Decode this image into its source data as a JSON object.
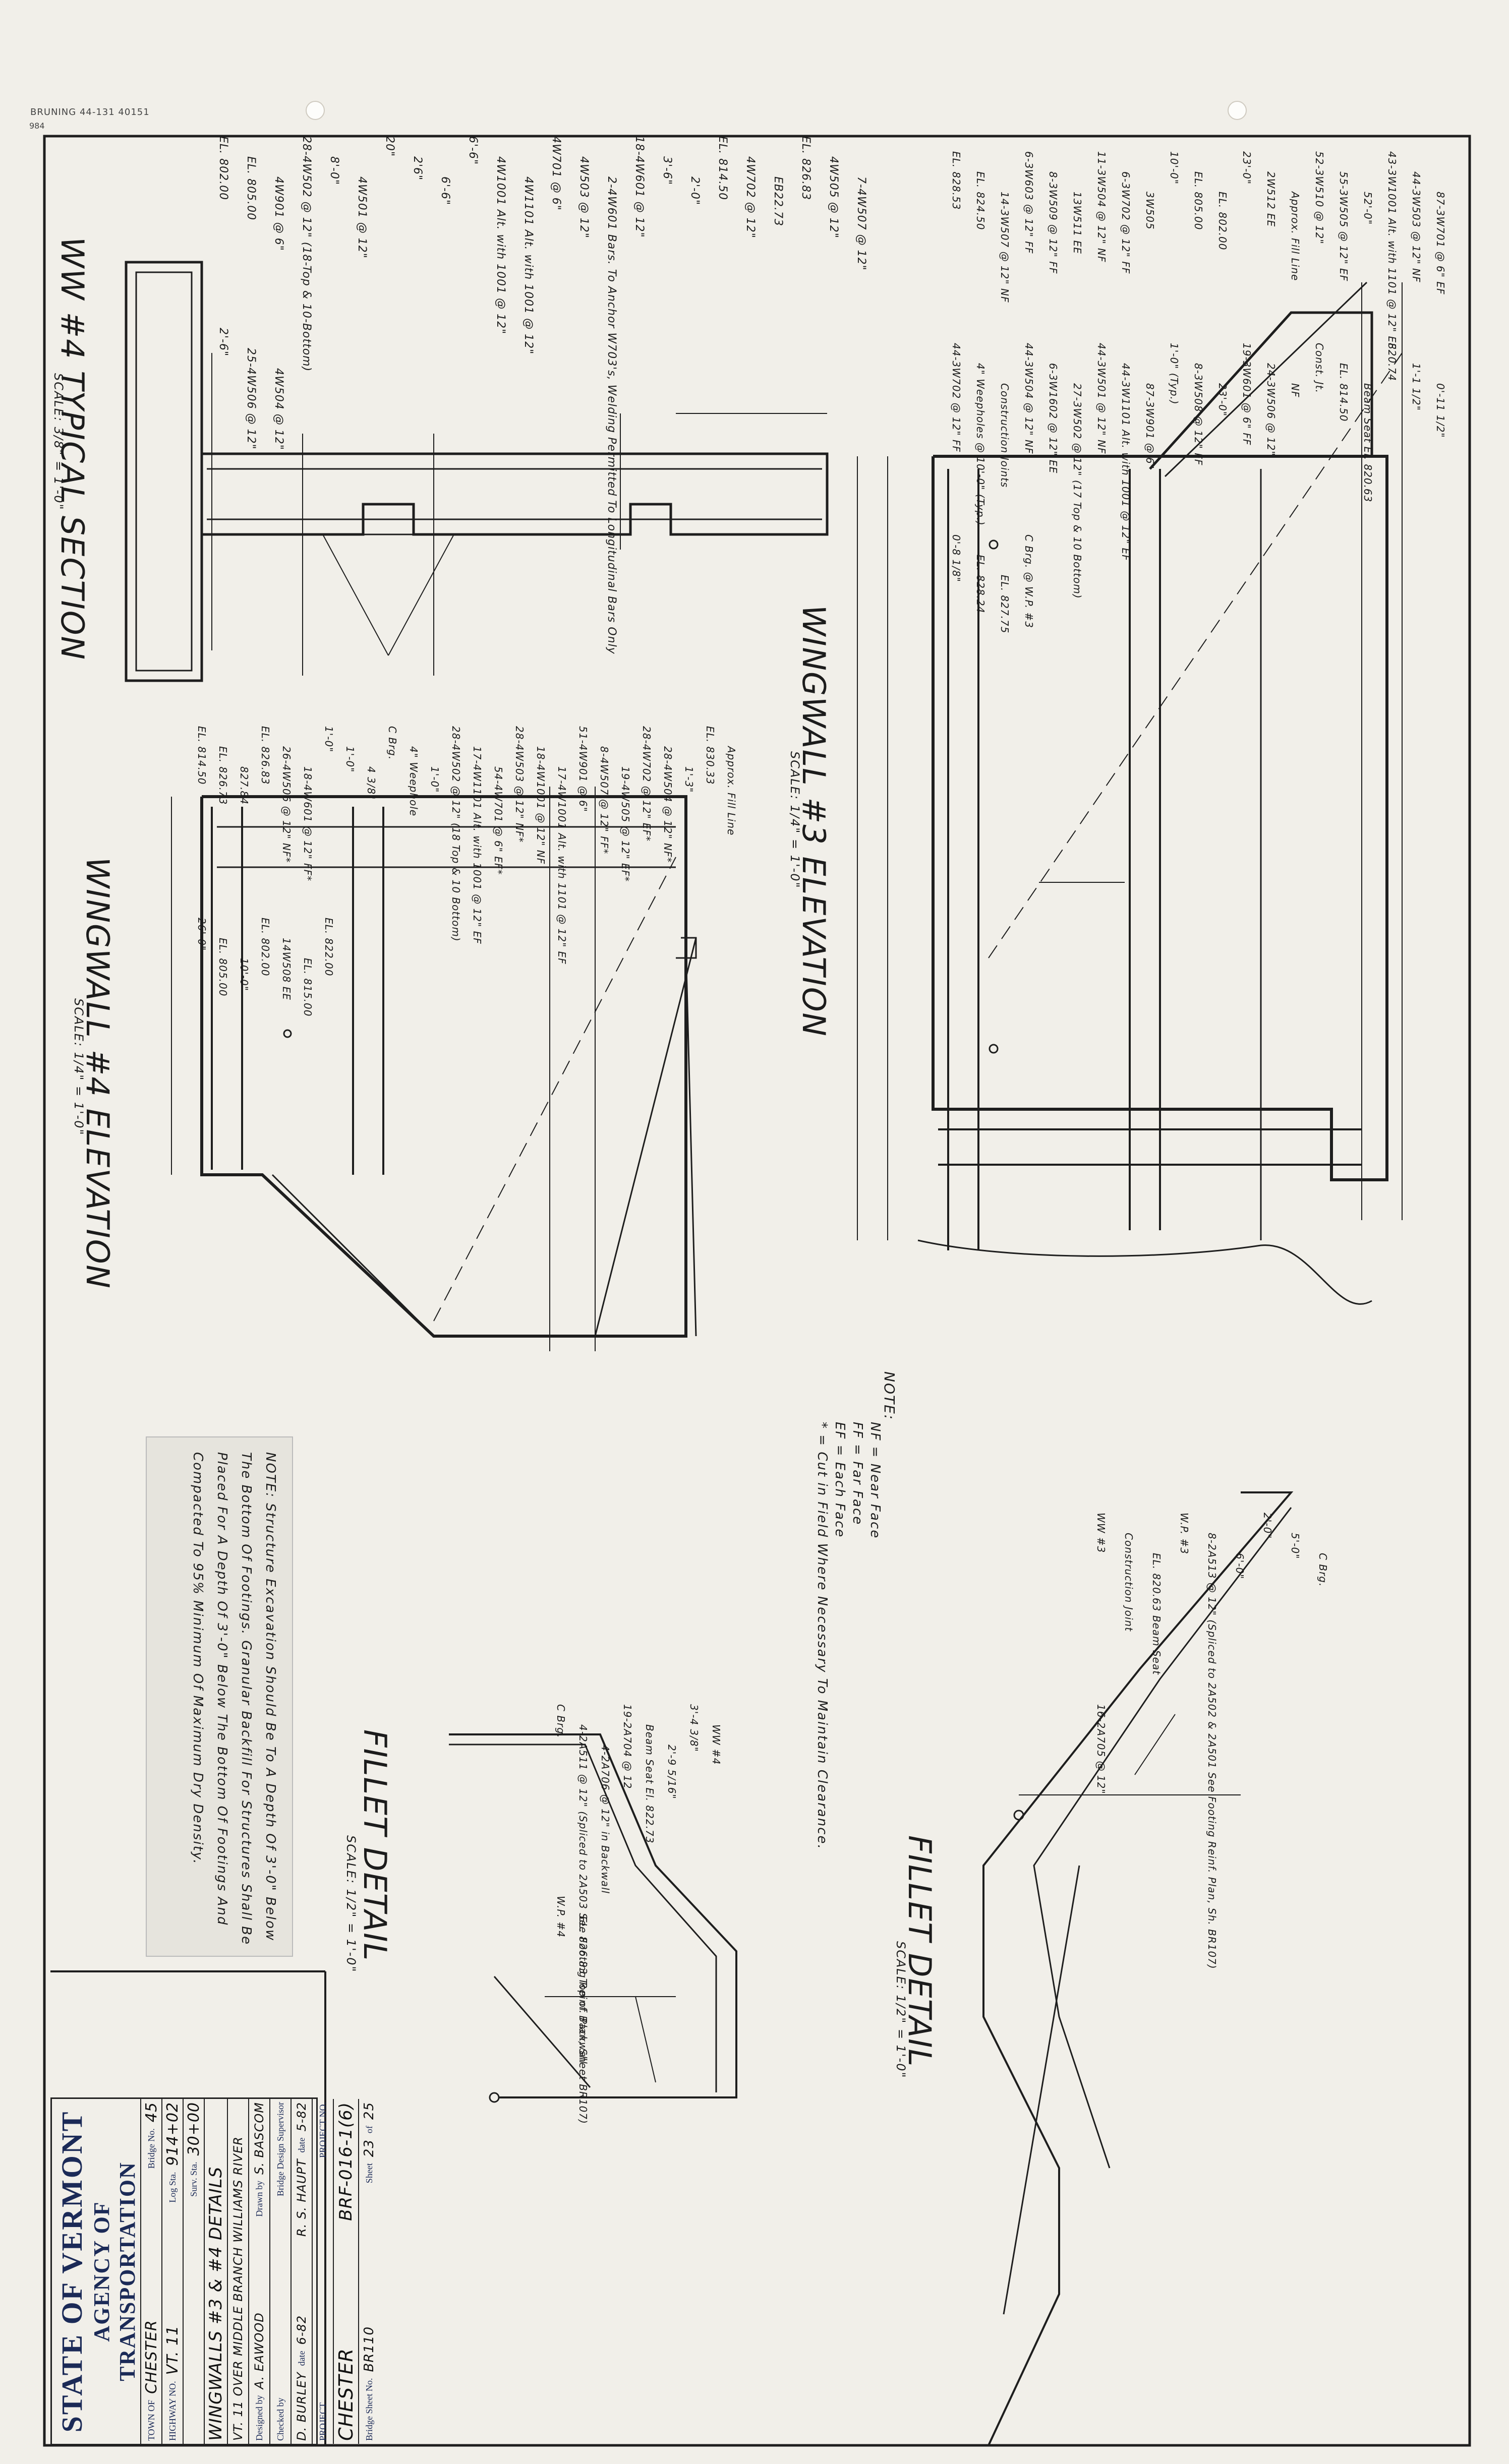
{
  "vendor_mark": "BRUNING 44-131 40151",
  "vendor_code": "984",
  "title_block": {
    "state": "STATE OF VERMONT",
    "agency": "AGENCY OF TRANSPORTATION",
    "town_label": "TOWN OF",
    "town": "CHESTER",
    "bridge_no_label": "Bridge No.",
    "bridge_no": "45",
    "highway_label": "HIGHWAY NO.",
    "highway": "VT. 11",
    "log_sta_label": "Log Sta.",
    "log_sta": "914+02",
    "surv_sta_label": "Surv. Sta.",
    "surv_sta": "30+00",
    "sheet_title": "WINGWALLS #3 & #4 DETAILS",
    "subtitle": "VT. 11 OVER MIDDLE BRANCH WILLIAMS RIVER",
    "designed_label": "Designed by",
    "designed": "A. EAWOOD",
    "drawn_label": "Drawn by",
    "drawn": "S. BASCOM",
    "checked_label": "Checked by",
    "checked": "D. BURLEY",
    "checked_date_label": "date",
    "checked_date": "6-82",
    "supervisor_label": "Bridge Design Supervisor",
    "supervisor": "R. S. HAUPT",
    "supervisor_date_label": "date",
    "supervisor_date": "5-82",
    "project_label": "PROJECT",
    "project": "CHESTER",
    "project_no_label": "PROJECT NO.",
    "project_no": "BRF-016-1(6)",
    "bridge_sheet_label": "Bridge Sheet No.",
    "bridge_sheet": "BR110",
    "sheet_label": "Sheet",
    "sheet_no": "23",
    "sheet_of": "of",
    "sheet_total": "25"
  },
  "drawings": {
    "ww4_section": {
      "title": "WW #4 TYPICAL SECTION",
      "scale": "SCALE: 3/8\" = 1'-0\"",
      "labels": [
        "EL. 802.00",
        "EL. 805.00",
        "4W901 @ 6\"",
        "28-4W502 @ 12\" (18-Top & 10-Bottom)",
        "8'-0\"",
        "4W501 @ 12\"",
        "20\"",
        "2'6\"",
        "6'-6\"",
        "6'-6\"",
        "4W1001 Alt. with 1001 @ 12\"",
        "4W1101 Alt. with 1001 @ 12\"",
        "4W701 @ 6\"",
        "4W503 @ 12\"",
        "2-4W601 Bars. To Anchor W703's, Welding Permitted To Longitudinal Bars Only",
        "18-4W601 @ 12\"",
        "3'-6\"",
        "2'-0\"",
        "EL. 814.50",
        "4W702 @ 12\"",
        "EB22.73",
        "EL. 826.83",
        "4W505 @ 12\"",
        "7-4W507 @ 12\"",
        "2'-6\"",
        "25-4W506 @ 12\"",
        "4W504 @ 12\""
      ]
    },
    "ww3_elev": {
      "title": "WINGWALL #3 ELEVATION",
      "scale": "SCALE: 1/4\" = 1'-0\"",
      "labels": [
        "EL. 828.53",
        "EL. 824.50",
        "14-3W507 @ 12\" NF",
        "6-3W603 @ 12\" FF",
        "8-3W509 @ 12\" FF",
        "13W511 EE",
        "11-3W504 @ 12\" NF",
        "6-3W702 @ 12\" FF",
        "3W505",
        "10'-0\"",
        "EL. 805.00",
        "EL. 802.00",
        "23'-0\"",
        "2W512 EE",
        "Approx. Fill Line",
        "52-3W510 @ 12\"",
        "55-3W505 @ 12\" EF",
        "52'-0\"",
        "43-3W1001 Alt. with 1101 @ 12\" EF",
        "44-3W503 @ 12\" NF",
        "87-3W701 @ 6\" EF",
        "44-3W702 @ 12\" FF",
        "4\" Weepholes @ 10'-0\" (Typ.)",
        "Construction Joints",
        "44-3W504 @ 12\" NF",
        "6-3W1602 @ 12\" EE",
        "27-3W502 @ 12\" (17 Top & 10 Bottom)",
        "44-3W501 @ 12\" NF",
        "44-3W1101 Alt. with 1001 @ 12\" EF",
        "87-3W901 @ 6\"",
        "1'-0\" (Typ.)",
        "8-3W508 @ 12\" FF",
        "23'-0\"",
        "19-3W601 @ 6\" FF",
        "24-3W506 @ 12\"",
        "NF",
        "Const. Jt.",
        "EL. 814.50",
        "Beam Seat El. 820.63",
        "820.74",
        "1'-1 1/2\"",
        "0'-11 1/2\"",
        "0'-8 1/8\"",
        "EL. 828.24",
        "EL. 827.75",
        "C Brg. @ W.P. #3"
      ]
    },
    "ww4_elev": {
      "title": "WINGWALL #4 ELEVATION",
      "scale": "SCALE: 1/4\" = 1'-0\"",
      "labels": [
        "EL. 814.50",
        "EL. 826.73",
        "827.84",
        "EL. 826.83",
        "26-4W506 @ 12\" NF*",
        "18-4W601 @ 12\" FF*",
        "1'-0\"",
        "1'-0\"",
        "4 3/8\"",
        "C Brg.",
        "4\" Weephole",
        "1'-0\"",
        "28-4W502 @ 12\" (18 Top & 10 Bottom)",
        "17-4W1101 Alt. with 1001 @ 12\" EF",
        "54-4W701 @ 6\" EF*",
        "28-4W503 @ 12\" NF*",
        "18-4W1001 @ 12\" NF",
        "17-4W1001 Alt. with 1101 @ 12\" EF",
        "51-4W901 @ 6\"",
        "8-4W507 @ 12\" FF*",
        "19-4W505 @ 12\" EF*",
        "28-4W702 @ 12\" EF*",
        "28-4W504 @ 12\" NF*",
        "1'-3\"",
        "EL. 830.33",
        "Approx. Fill Line",
        "26'-0\"",
        "EL. 805.00",
        "10'-0\"",
        "EL. 802.00",
        "14W508 EE",
        "EL. 815.00",
        "EL. 822.00"
      ]
    },
    "notes": {
      "legend_title": "NOTE:",
      "legend": [
        "NF = Near Face",
        "FF = Far Face",
        "EF = Each Face",
        "* = Cut in Field Where Necessary To Maintain Clearance."
      ],
      "structure_note": "NOTE: Structure Excavation Should Be To A Depth Of 3'-0\" Below The Bottom Of Footings. Granular Backfill For Structures Shall Be Placed For A Depth Of 3'-0\" Below The Bottom Of Footings And Compacted To 95% Minimum Of Maximum Dry Density."
    },
    "fillet_left": {
      "title": "FILLET DETAIL",
      "scale": "SCALE: 1/2\" = 1'-0\"",
      "labels": [
        "C Brg.",
        "4-2A511 @ 12\" (Spliced to 2A503 See Footing Reinf. Plan, Sheet BR107)",
        "4-2A706 @ 12\" in Backwall",
        "19-2A704 @ 12",
        "Beam Seat El. 822.73",
        "2'-9 5/16\"",
        "3'-4 3/8\"",
        "WW #4",
        "W.P. #4",
        "EL. 826.83 Top of Backwall"
      ]
    },
    "fillet_right": {
      "title": "FILLET DETAIL",
      "scale": "SCALE: 1/2\" = 1'-0\"",
      "labels": [
        "WW #3",
        "Construction Joint",
        "EL. 820.63 Beam Seat",
        "W.P. #3",
        "8-2A513 @ 12\" (Spliced to 2A502 & 2A501 See Footing Reinf. Plan, Sh. BR107)",
        "6'-0\"",
        "2'-0\"",
        "5'-0\"",
        "C Brg.",
        "16-2A705 @ 12\""
      ]
    }
  }
}
